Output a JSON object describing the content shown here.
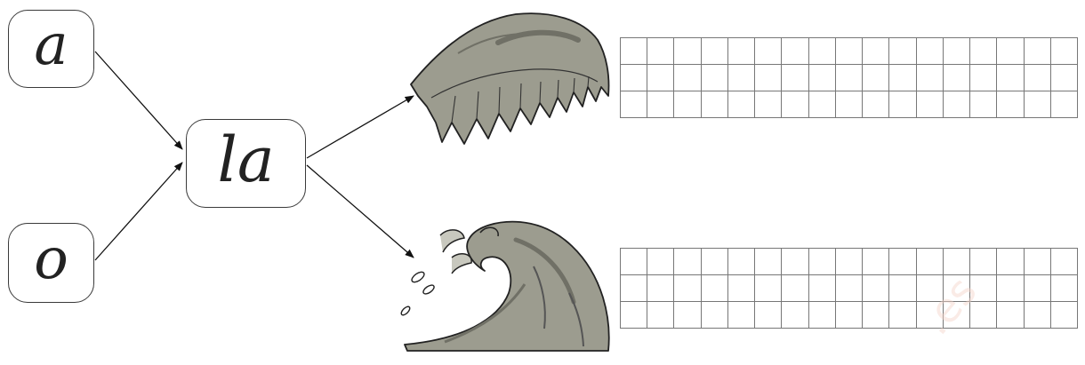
{
  "syllables": {
    "vowel_a": "a",
    "syllable_la": "la",
    "vowel_o": "o"
  },
  "pictures": {
    "top": "wing-illustration",
    "bottom": "wave-illustration"
  },
  "writing_grids": {
    "top": {
      "rows": 3,
      "columns": 17
    },
    "bottom": {
      "rows": 3,
      "columns": 17
    }
  },
  "watermark": ".es",
  "colors": {
    "ink": "#222222",
    "illustration_fill": "#9c9c8f",
    "illustration_shade": "#707066",
    "grid_line": "#777777"
  }
}
